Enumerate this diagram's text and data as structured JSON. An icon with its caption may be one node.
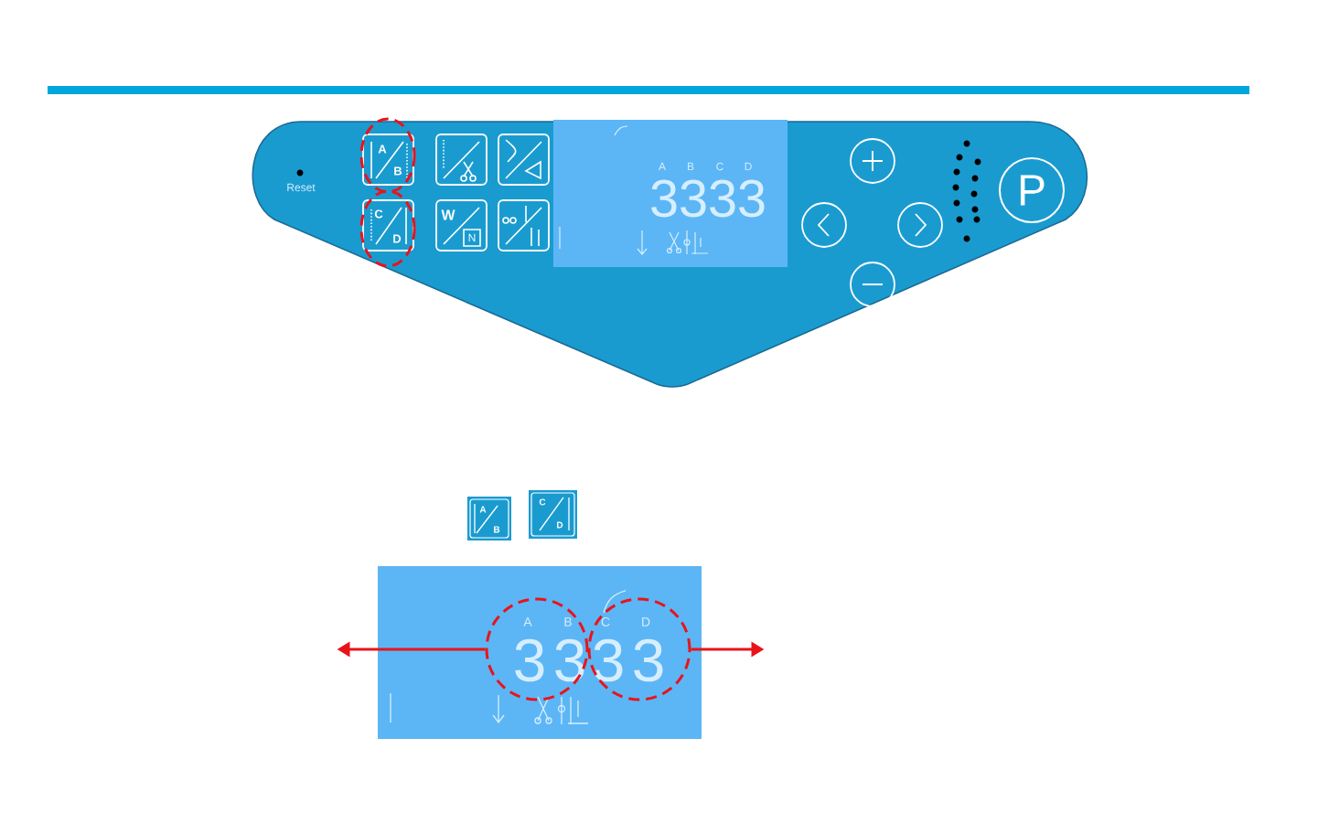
{
  "diagram": {
    "nodes": [
      {
        "text": [],
        "shape": "circle"
      },
      {
        "text": [],
        "shape": "circle"
      }
    ],
    "edges": [
      {
        "from": 0,
        "to": null,
        "arrow": "to"
      },
      {
        "from": 1,
        "to": null,
        "arrow": "to"
      }
    ],
    "labels": [
      "Reset",
      "A",
      "B",
      "A",
      "B",
      "C",
      "D",
      "3",
      "3",
      "3",
      "3",
      "P",
      "C",
      "D",
      "W",
      "N",
      "A",
      "B",
      "C",
      "D",
      "A",
      "B",
      "C",
      "D",
      "3",
      "3",
      "3",
      "3"
    ]
  }
}
